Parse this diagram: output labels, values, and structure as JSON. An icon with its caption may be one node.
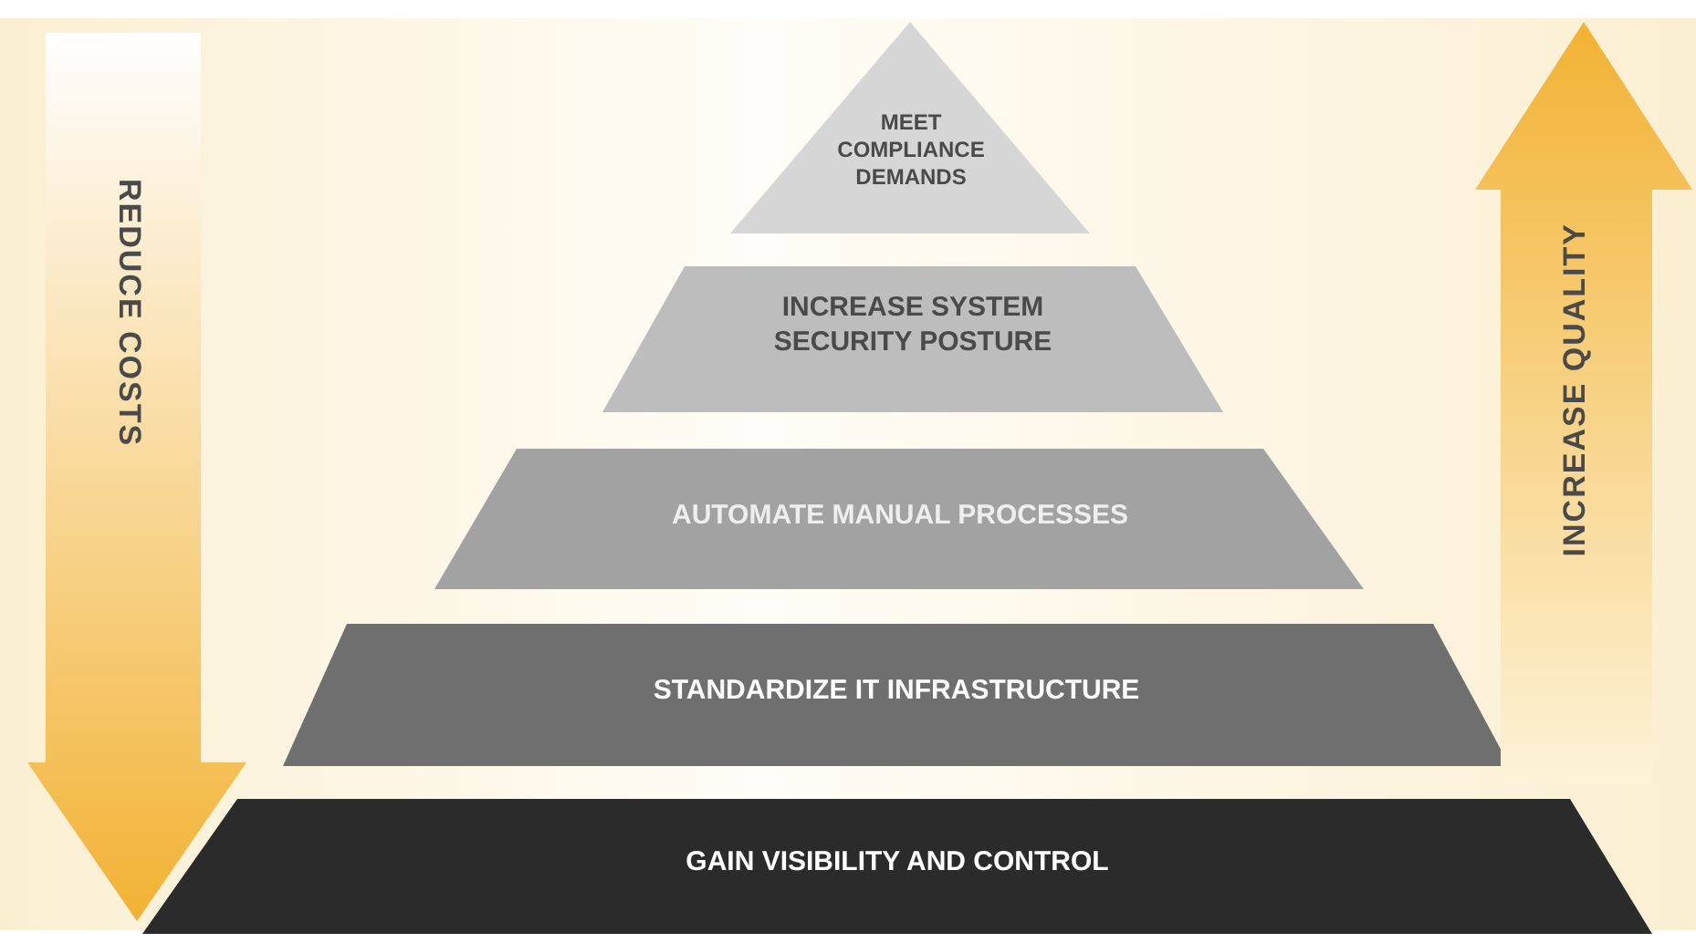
{
  "diagram": {
    "nodes": [
      {
        "text": [
          "MEET COMPLIANCE DEMANDS"
        ]
      },
      {
        "text": [
          "INCREASE SYSTEM SECURITY POSTURE"
        ]
      },
      {
        "text": [
          "AUTOMATE MANUAL PROCESSES"
        ]
      },
      {
        "text": [
          "STANDARDIZE IT INFRASTRUCTURE"
        ]
      },
      {
        "text": [
          "GAIN VISIBILITY AND CONTROL"
        ]
      },
      {
        "text": [
          "REDUCE COSTS"
        ]
      },
      {
        "text": [
          "INCREASE QUALITY"
        ]
      }
    ]
  }
}
